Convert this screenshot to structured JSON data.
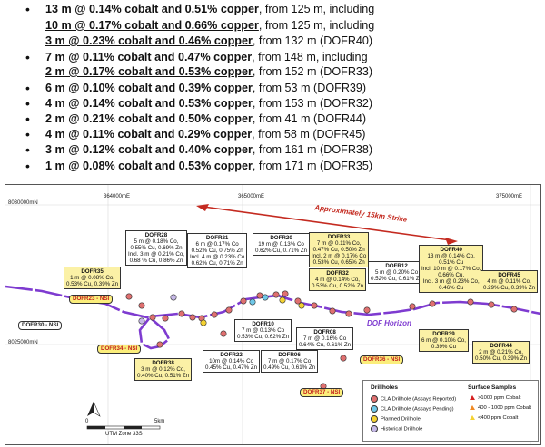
{
  "bullets": [
    {
      "bold": "13 m @ 0.14% cobalt and 0.51% copper",
      "rest": ", from 125 m, including",
      "bullet": true,
      "underline": false
    },
    {
      "bold": "10 m @ 0.17% cobalt and 0.66% copper",
      "rest": ", from 125 m, including",
      "bullet": false,
      "underline": true
    },
    {
      "bold": "3 m @ 0.23% cobalt and 0.46% copper",
      "rest": ", from 132 m (DOFR40)",
      "bullet": false,
      "underline": true
    },
    {
      "bold": "7 m @ 0.11% cobalt and 0.47% copper",
      "rest": ", from 148 m, including",
      "bullet": true,
      "underline": false
    },
    {
      "bold": "2 m @ 0.17% cobalt and 0.53% copper",
      "rest": ", from 152 m (DOFR33)",
      "bullet": false,
      "underline": true
    },
    {
      "bold": "6 m @ 0.10% cobalt and 0.39% copper",
      "rest": ", from 53 m (DOFR39)",
      "bullet": true,
      "underline": false
    },
    {
      "bold": "4 m @ 0.14% cobalt and 0.53% copper",
      "rest": ", from 153 m (DOFR32)",
      "bullet": true,
      "underline": false
    },
    {
      "bold": "2 m @ 0.21% cobalt and 0.50% copper",
      "rest": ", from 41 m (DOFR44)",
      "bullet": true,
      "underline": false
    },
    {
      "bold": "4 m @ 0.11% cobalt and 0.29% copper",
      "rest": ", from 58 m (DOFR45)",
      "bullet": true,
      "underline": false
    },
    {
      "bold": "3 m @ 0.12% cobalt and 0.40% copper",
      "rest": ", from 161 m (DOFR38)",
      "bullet": true,
      "underline": false
    },
    {
      "bold": "1 m @ 0.08% cobalt and 0.53% copper",
      "rest": ", from 171 m (DOFR35)",
      "bullet": true,
      "underline": false
    }
  ],
  "map": {
    "coords": {
      "e1": "364000mE",
      "e2": "365000mE",
      "e3": "375000mE",
      "n1": "8030000mN",
      "n2": "8025000mN"
    },
    "strike_label": "Approximately 15km Strike",
    "horizon_label": "DOF Horizon",
    "boxes": [
      {
        "id": "DOFR35",
        "lines": [
          "1 m @ 0.08% Co,",
          "0.53% Cu, 0.39% Zn"
        ],
        "color": "yellow"
      },
      {
        "id": "DOFR28",
        "lines": [
          "5 m @ 0.18% Co,",
          "0.55% Cu, 0.69% Zn",
          "Incl. 3 m @ 0.21% Co,",
          "0.68 % Cu, 0.86% Zn"
        ],
        "color": "white"
      },
      {
        "id": "DOFR21",
        "lines": [
          "6 m @ 0.17% Co",
          "0.52% Cu, 0.75% Zn",
          "Incl. 4 m @ 0.23% Co",
          "0.62% Cu, 0.71% Zn"
        ],
        "color": "white"
      },
      {
        "id": "DOFR20",
        "lines": [
          "19 m @ 0.13% Co",
          "0.62% Cu, 0.71% Zn"
        ],
        "color": "white"
      },
      {
        "id": "DOFR33",
        "lines": [
          "7 m @ 0.11% Co,",
          "0.47% Cu, 0.50% Zn",
          "Incl. 2 m @ 0.17% Co",
          "0.53% Cu, 0.65% Zn"
        ],
        "color": "yellow"
      },
      {
        "id": "DOFR32",
        "lines": [
          "4 m @ 0.14% Co,",
          "0.53% Cu, 0.52% Zn"
        ],
        "color": "yellow"
      },
      {
        "id": "DOFR12",
        "lines": [
          "5 m @ 0.20% Co",
          "0.52% Cu, 0.61% Zn"
        ],
        "color": "white"
      },
      {
        "id": "DOFR40",
        "lines": [
          "13 m @ 0.14% Co,",
          "0.51% Cu",
          "Incl. 10 m @ 0.17% Co,",
          "0.66% Cu,",
          "Incl. 3 m @ 0.23% Co,",
          "0.46% Cu"
        ],
        "color": "yellow"
      },
      {
        "id": "DOFR45",
        "lines": [
          "4 m @ 0.11% Co,",
          "0.29% Cu, 0.39% Zn"
        ],
        "color": "yellow"
      },
      {
        "id": "DOFR10",
        "lines": [
          "7 m @ 0.13% Co",
          "0.53% Cu, 0.62% Zn"
        ],
        "color": "white"
      },
      {
        "id": "DOFR08",
        "lines": [
          "7 m @ 0.16% Co",
          "0.64% Cu, 0.61% Zn"
        ],
        "color": "white"
      },
      {
        "id": "DOFR06",
        "lines": [
          "7 m @ 0.17% Co",
          "0.49% Cu, 0.61% Zn"
        ],
        "color": "white"
      },
      {
        "id": "DOFR22",
        "lines": [
          "10m @ 0.14% Co",
          "0.45% Cu, 0.47% Zn"
        ],
        "color": "white"
      },
      {
        "id": "DOFR38",
        "lines": [
          "3 m @ 0.12% Co,",
          "0.40% Cu, 0.51% Zn"
        ],
        "color": "yellow"
      },
      {
        "id": "DOFR39",
        "lines": [
          "6 m @ 0.10% Co,",
          "0.39% Cu"
        ],
        "color": "yellow"
      },
      {
        "id": "DOFR44",
        "lines": [
          "2 m @ 0.21% Co,",
          "0.50% Cu, 0.39% Zn"
        ],
        "color": "yellow"
      }
    ],
    "tags": [
      {
        "text": "DOFR23 - NSI",
        "color": "yellow"
      },
      {
        "text": "DOFR30 - NSI",
        "color": "white"
      },
      {
        "text": "DOFR34 - NSI",
        "color": "yellow"
      },
      {
        "text": "DOFR36 - NSI",
        "color": "yellow"
      },
      {
        "text": "DOFR37 - NSI",
        "color": "yellow"
      }
    ],
    "legend": {
      "drillholes_title": "Drillholes",
      "surface_title": "Surface Samples",
      "drillholes": [
        {
          "label": "CLA Drillhole (Assays Reported)",
          "color": "#e07070"
        },
        {
          "label": "CLA Drillhole (Assays Pending)",
          "color": "#6fc8e8"
        },
        {
          "label": "Planned Drillhole",
          "color": "#f4d232"
        },
        {
          "label": "Historical Drillhole",
          "color": "#c5b8e6"
        }
      ],
      "samples": [
        {
          "label": ">1000 ppm Cobalt",
          "color": "#d62020"
        },
        {
          "label": "400 - 1000 ppm Cobalt",
          "color": "#f08a24"
        },
        {
          "label": "<400 ppm Cobalt",
          "color": "#f4d232"
        }
      ]
    },
    "scale": {
      "zero": "0",
      "five": "5km",
      "zone": "UTM Zone 33S"
    }
  }
}
